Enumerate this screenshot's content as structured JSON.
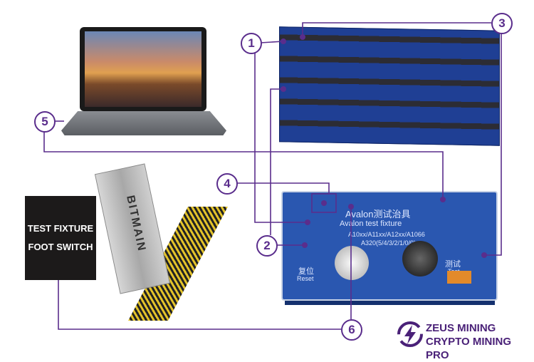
{
  "diagram": {
    "callouts": [
      "1",
      "2",
      "3",
      "4",
      "5",
      "6"
    ],
    "foot_switch": {
      "line1": "TEST FIXTURE",
      "line2": "FOOT SWITCH"
    },
    "psu_brand": "BITMAIN",
    "fixture": {
      "title_cn": "Avalon测试治具",
      "title_en": "Avalon test fixture",
      "models": "A10xx/A11xx/A12xx/A1066",
      "series": "A320(5/4/3/2/1/0/0)",
      "reset_cn": "复位",
      "reset_en": "Reset",
      "test_cn": "测试",
      "test_en": "Test"
    },
    "logo": {
      "line1": "ZEUS MINING",
      "line2": "CRYPTO MINING PRO"
    },
    "line_color": "#5a2d8c"
  }
}
